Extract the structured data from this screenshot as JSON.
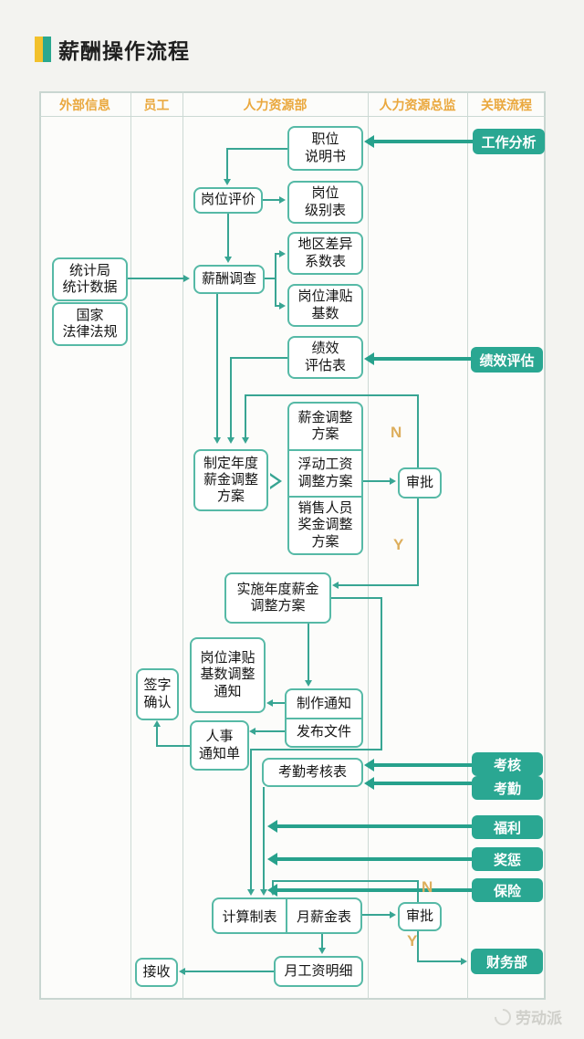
{
  "title": "薪酬操作流程",
  "columns": [
    "外部信息",
    "员工",
    "人力资源部",
    "人力资源总监",
    "关联流程"
  ],
  "labels": {
    "yes": "Y",
    "no": "N"
  },
  "nodes": {
    "job_description": "职位\n说明书",
    "job_analysis": "工作分析",
    "position_evaluation": "岗位评价",
    "position_level_table": "岗位\n级别表",
    "regional_coefficient_table": "地区差异\n系数表",
    "position_allowance_base": "岗位津贴\n基数",
    "stats_bureau_data": "统计局\n统计数据",
    "national_laws": "国家\n法律法规",
    "salary_survey": "薪酬调查",
    "performance_evaluation_table": "绩效\n评估表",
    "performance_evaluation": "绩效评估",
    "annual_adjust_plan": "制定年度\n薪金调整\n方案",
    "salary_adjustment_plan": "薪金调整\n方案",
    "floating_wage_plan": "浮动工资\n调整方案",
    "sales_bonus_plan": "销售人员\n奖金调整\n方案",
    "approval_top": "审批",
    "implement_plan": "实施年度薪金\n调整方案",
    "allowance_adjust_notice": "岗位津贴\n基数调整\n通知",
    "sign_confirm": "签字\n确认",
    "personnel_notice": "人事\n通知单",
    "make_notice": "制作通知",
    "publish_document": "发布文件",
    "attendance_assessment_table": "考勤考核表",
    "assessment": "考核",
    "attendance": "考勤",
    "welfare": "福利",
    "reward_punishment": "奖惩",
    "insurance": "保险",
    "calculate_tabulate": "计算制表",
    "monthly_salary_table": "月薪金表",
    "approval_bottom": "审批",
    "finance_dept": "财务部",
    "monthly_wage_detail": "月工资明细",
    "receive": "接收"
  },
  "watermark": "劳动派"
}
